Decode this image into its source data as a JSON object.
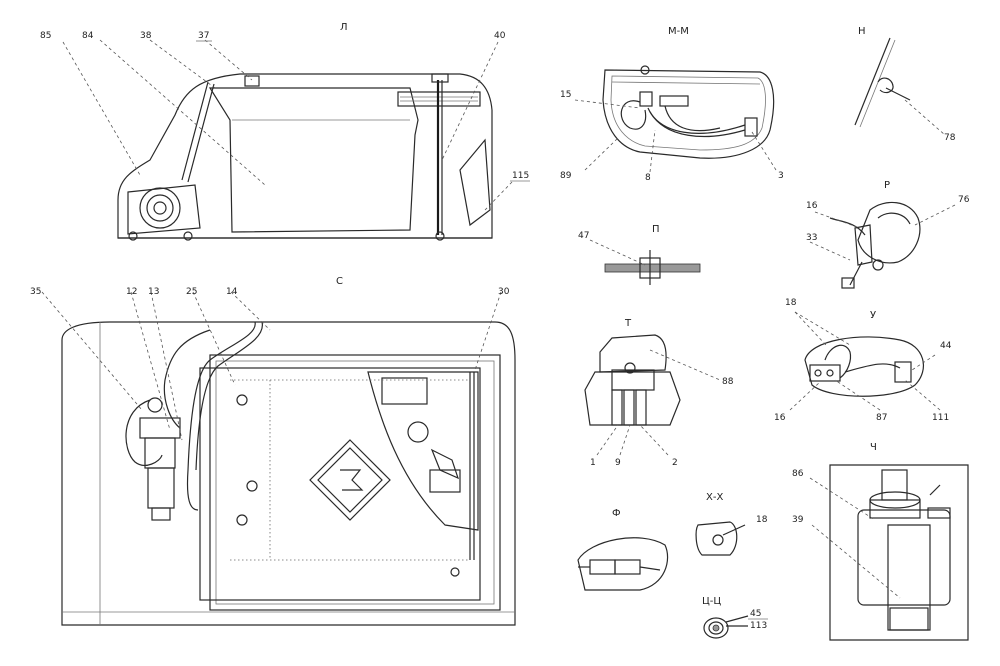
{
  "views": {
    "L": "Л",
    "MM": "М-М",
    "N": "Н",
    "P": "П",
    "R": "Р",
    "C": "С",
    "T": "Т",
    "U": "У",
    "F": "Ф",
    "XX": "Х-Х",
    "CH": "Ч",
    "CC": "Ц-Ц"
  },
  "callouts": {
    "c85": "85",
    "c84": "84",
    "c38": "38",
    "c37": "37",
    "c40": "40",
    "c115": "115",
    "c15": "15",
    "c89": "89",
    "c8": "8",
    "c3": "3",
    "c78": "78",
    "c16a": "16",
    "c76": "76",
    "c33": "33",
    "c47": "47",
    "c35": "35",
    "c12": "12",
    "c13": "13",
    "c25": "25",
    "c14": "14",
    "c30": "30",
    "c88": "88",
    "c1": "1",
    "c9": "9",
    "c2": "2",
    "c18a": "18",
    "c44": "44",
    "c16b": "16",
    "c87": "87",
    "c111": "111",
    "c18b": "18",
    "c86": "86",
    "c39": "39",
    "c45": "45",
    "c113": "113"
  }
}
